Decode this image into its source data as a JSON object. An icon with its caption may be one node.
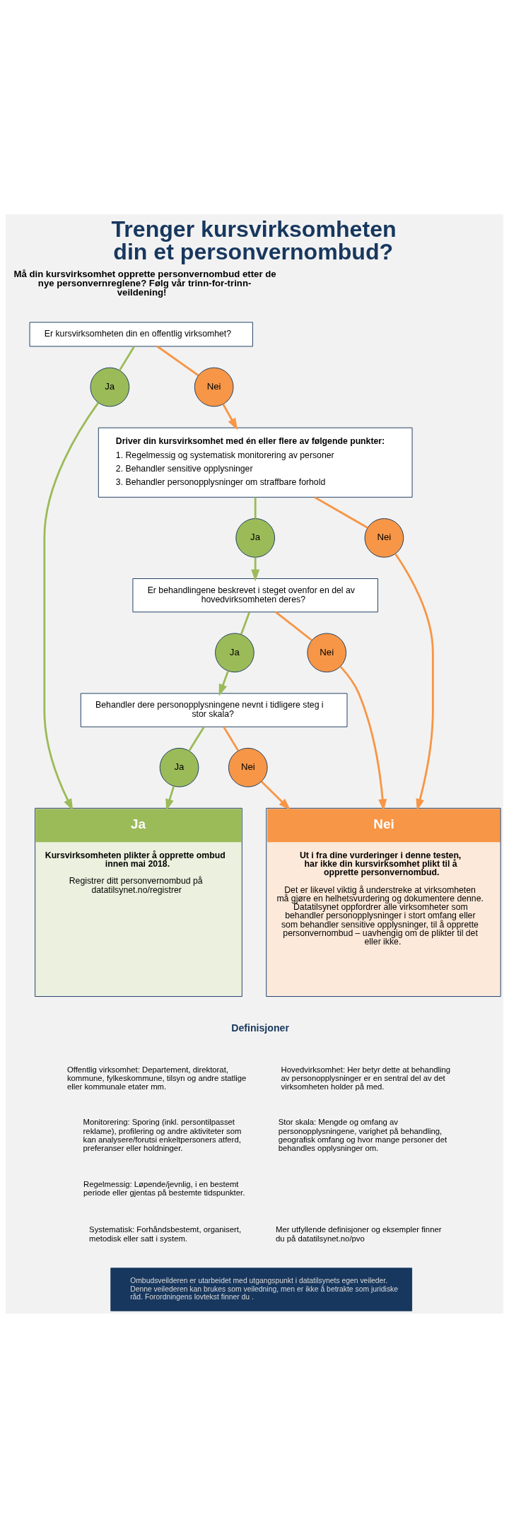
{
  "diagram": {
    "title": "Trenger kursvirksomheten din et personvernombud?",
    "nodes": [
      {
        "text": [
          "Er kursvirksomheten din en offentlig virksomhet?"
        ]
      },
      {
        "text": [
          "Ja"
        ]
      },
      {
        "text": [
          "Nei"
        ]
      },
      {
        "text": [
          "Driver din kursvirksomhet med én eller flere av følgende punkter:",
          "1. Regelmessig og systematisk monitorering av personer",
          "2. Behandler sensitive opplysninger",
          "3. Behandler personopplysninger om straffbare forhold"
        ]
      },
      {
        "text": [
          "Ja"
        ]
      },
      {
        "text": [
          "Nei"
        ]
      },
      {
        "text": [
          "Er behandlingene beskrevet i steget ovenfor en del av hovedvirksomheten deres?"
        ]
      },
      {
        "text": [
          "Ja"
        ]
      },
      {
        "text": [
          "Nei"
        ]
      },
      {
        "text": [
          "Behandler dere personopplysningene nevnt i tidligere steg i stor skala?"
        ]
      },
      {
        "text": [
          "Ja"
        ]
      },
      {
        "text": [
          "Nei"
        ]
      },
      {
        "text": [
          "Ja",
          "Kursvirksomheten plikter å opprette ombud innen mai 2018.",
          "Registrer ditt personvernombud på datatilsynet.no/registrer"
        ]
      },
      {
        "text": [
          "Nei",
          "Ut i fra dine vurderinger i denne testen, har ikke din kursvirksomhet plikt til å opprette personvernombud.",
          "Det er likevel viktig å understreke at virksomheten må gjøre en helhetsvurdering og dokumentere denne. Datatilsynet oppfordrer alle virksomheter som behandler personopplysninger i stort omfang eller som behandler sensitive opplysninger, til å opprette personvernombud – uavhengig om de plikter til det eller ikke."
        ]
      }
    ],
    "edges": [
      {
        "from": 0,
        "to": 1,
        "arrow": "none"
      },
      {
        "from": 0,
        "to": 2,
        "arrow": "none",
        "color": "#f79646"
      },
      {
        "from": 1,
        "to": 12,
        "arrow": "to"
      },
      {
        "from": 2,
        "to": 3,
        "arrow": "to",
        "color": "#f79646"
      },
      {
        "from": 3,
        "to": 4,
        "arrow": "none"
      },
      {
        "from": 3,
        "to": 5,
        "arrow": "none",
        "color": "#f79646"
      },
      {
        "from": 4,
        "to": 6,
        "arrow": "to"
      },
      {
        "from": 5,
        "to": 13,
        "arrow": "to",
        "color": "#f79646"
      },
      {
        "from": 6,
        "to": 7,
        "arrow": "none"
      },
      {
        "from": 6,
        "to": 8,
        "arrow": "none",
        "color": "#f79646"
      },
      {
        "from": 7,
        "to": 9,
        "arrow": "to"
      },
      {
        "from": 8,
        "to": 13,
        "arrow": "to",
        "color": "#f79646"
      },
      {
        "from": 9,
        "to": 10,
        "arrow": "none"
      },
      {
        "from": 9,
        "to": 11,
        "arrow": "none",
        "color": "#f79646"
      },
      {
        "from": 10,
        "to": 12,
        "arrow": "to"
      },
      {
        "from": 11,
        "to": 13,
        "arrow": "to",
        "color": "#f79646"
      }
    ],
    "labels": [
      "Må din kursvirksomhet opprette personvernombud etter de nye personvernreglene? Følg vår trinn-for-trinn-veildening!",
      "Definisjoner",
      "Offentlig virksomhet: Departement, direktorat, kommune, fylkeskommune, tilsyn og andre statlige eller kommunale etater mm.",
      "Monitorering: Sporing (inkl. persontilpasset reklame), profilering og andre aktiviteter som kan analysere/forutsi enkeltpersoners atferd, preferanser eller holdninger.",
      "Regelmessig: Løpende/jevnlig, i en bestemt periode eller gjentas på bestemte tidspunkter.",
      "Systematisk: Forhåndsbestemt, organisert, metodisk eller satt i system.",
      "Hovedvirksomhet: Her betyr dette at behandling av personopplysninger er en sentral del av det virksomheten holder på med.",
      "Stor skala: Mengde og omfang av personopplysningene, varighet på behandling, geografisk omfang og hvor mange personer det behandles opplysninger om.",
      "Mer utfyllende definisjoner og eksempler finner du på datatilsynet.no/pvo",
      "Ombudsveilderen er utarbeidet med utgangspunkt i datatilsynets egen veileder. Denne veilederen kan brukes som veiledning, men er ikke å betrakte som juridiske råd. Forordningens lovtekst finner du ."
    ]
  }
}
